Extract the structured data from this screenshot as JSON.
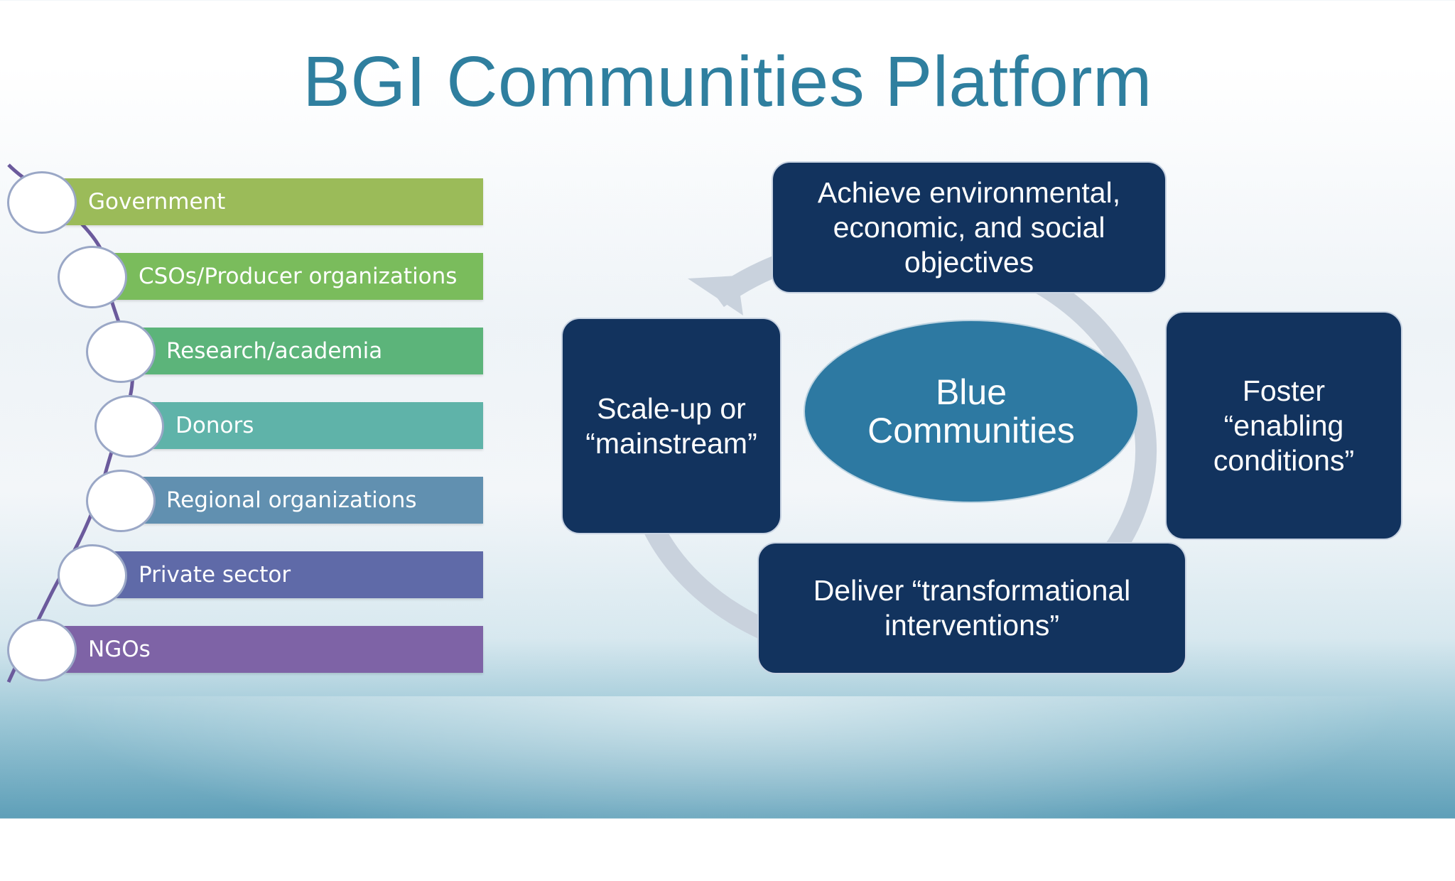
{
  "slide": {
    "title": "BGI Communities Platform"
  },
  "stakeholders": {
    "items": [
      {
        "label": "Government",
        "color": "#9bbb59"
      },
      {
        "label": "CSOs/Producer organizations",
        "color": "#7abc5c"
      },
      {
        "label": "Research/academia",
        "color": "#5cb47a"
      },
      {
        "label": "Donors",
        "color": "#5fb3a9"
      },
      {
        "label": "Regional organizations",
        "color": "#6190b0"
      },
      {
        "label": "Private sector",
        "color": "#5f6aa8"
      },
      {
        "label": "NGOs",
        "color": "#7e63a6"
      }
    ]
  },
  "cycle": {
    "center": "Blue Communities",
    "top": "Achieve environmental, economic, and social objectives",
    "right": "Foster “enabling conditions”",
    "bottom": "Deliver “transformational interventions”",
    "left": "Scale-up or “mainstream”",
    "colors": {
      "box": "#12335e",
      "center": "#2d79a2",
      "arrow": "#c9d2dd"
    }
  }
}
